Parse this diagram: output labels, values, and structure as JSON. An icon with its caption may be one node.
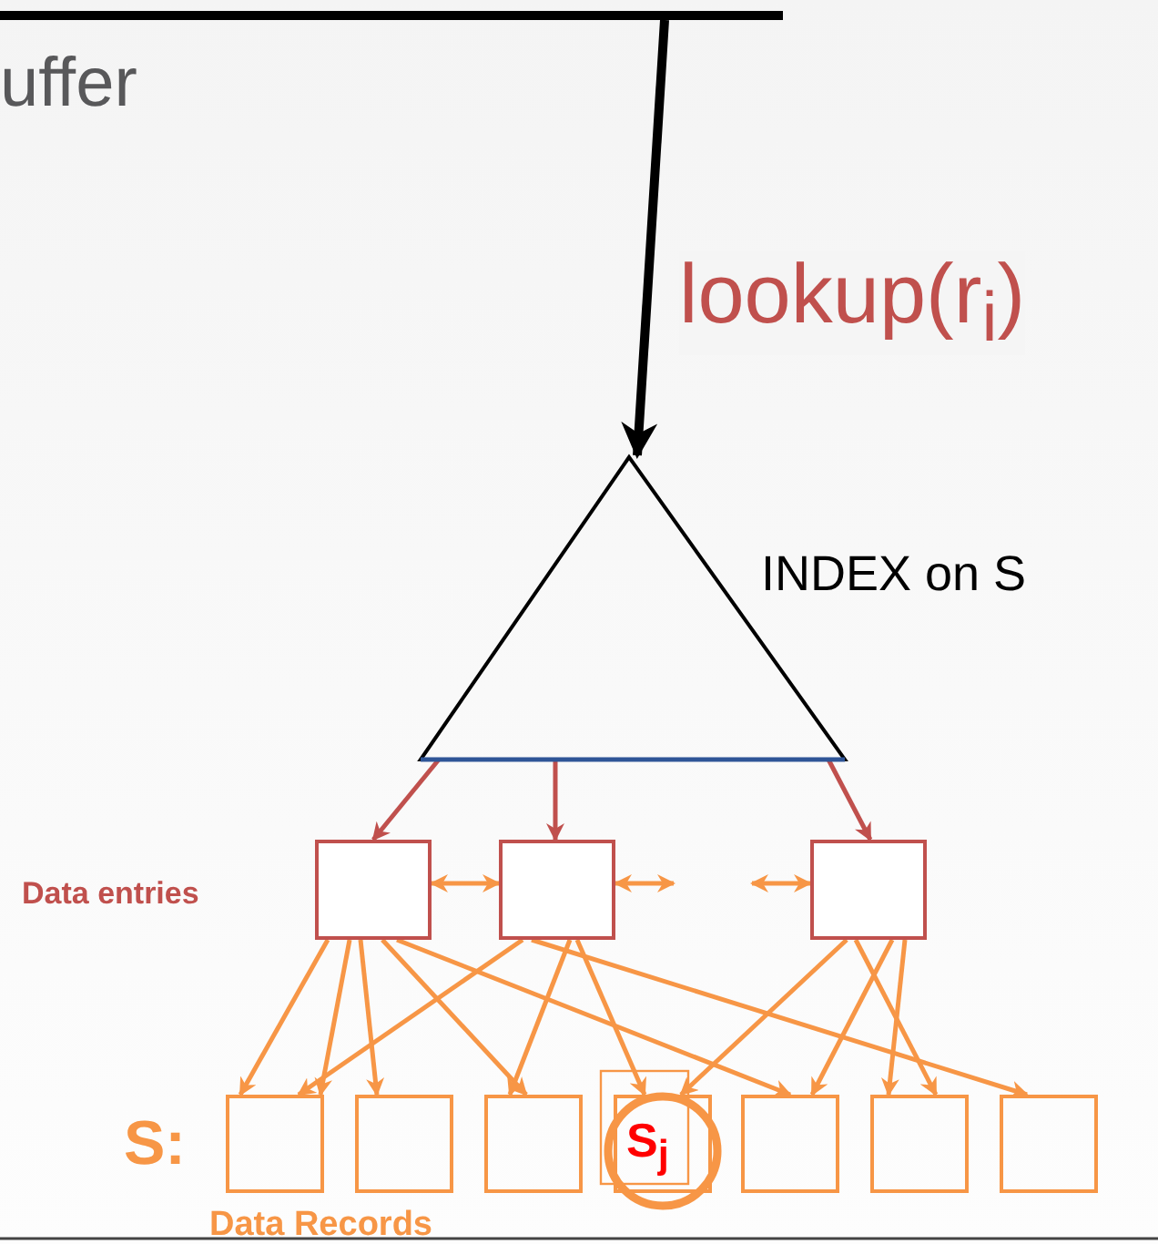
{
  "diagram": {
    "nodes": [
      {
        "text": [],
        "shape": "bar"
      },
      {
        "text": [],
        "shape": "triangle",
        "beside": [
          "INDEX on S"
        ]
      },
      {
        "text": [],
        "shape": "box"
      },
      {
        "text": [],
        "shape": "box"
      },
      {
        "text": [],
        "shape": "box"
      },
      {
        "text": [],
        "shape": "box"
      },
      {
        "text": [],
        "shape": "box"
      },
      {
        "text": [],
        "shape": "box"
      },
      {
        "text": [
          "S$_{j}$"
        ]
      },
      {
        "text": [],
        "shape": "box"
      },
      {
        "text": [],
        "shape": "box"
      },
      {
        "text": [],
        "shape": "box"
      }
    ],
    "edges": [
      {
        "from": 0,
        "to": 1,
        "arrow": "to",
        "label": "lookup(r$_{i}$)",
        "style": "thick",
        "color": "#000000"
      },
      {
        "from": 1,
        "to": 2,
        "arrow": "to",
        "color": "#c0504d"
      },
      {
        "from": 1,
        "to": 3,
        "arrow": "to",
        "color": "#c0504d"
      },
      {
        "from": 1,
        "to": 4,
        "arrow": "to",
        "color": "#c0504d"
      },
      {
        "from": 2,
        "to": 3,
        "arrow": "both"
      },
      {
        "from": 3,
        "to": null,
        "arrow": "both"
      },
      {
        "from": null,
        "to": 4,
        "arrow": "both"
      },
      {
        "from": 2,
        "to": 5,
        "arrow": "to"
      },
      {
        "from": 2,
        "to": 5,
        "arrow": "to"
      },
      {
        "from": 2,
        "to": 6,
        "arrow": "to"
      },
      {
        "from": 2,
        "to": 7,
        "arrow": "to"
      },
      {
        "from": 2,
        "to": 9,
        "arrow": "to"
      },
      {
        "from": 3,
        "to": 5,
        "arrow": "to"
      },
      {
        "from": 3,
        "to": 11,
        "arrow": "to"
      },
      {
        "from": 3,
        "to": 7,
        "arrow": "to"
      },
      {
        "from": 3,
        "to": 8,
        "arrow": "to"
      },
      {
        "from": 4,
        "to": 8,
        "arrow": "to"
      },
      {
        "from": 4,
        "to": 10,
        "arrow": "to"
      },
      {
        "from": 4,
        "to": 9,
        "arrow": "to"
      },
      {
        "from": 4,
        "to": 10,
        "arrow": "to"
      }
    ],
    "labels": [
      "uffer",
      "Data entries",
      "S:",
      "Data Records"
    ]
  }
}
